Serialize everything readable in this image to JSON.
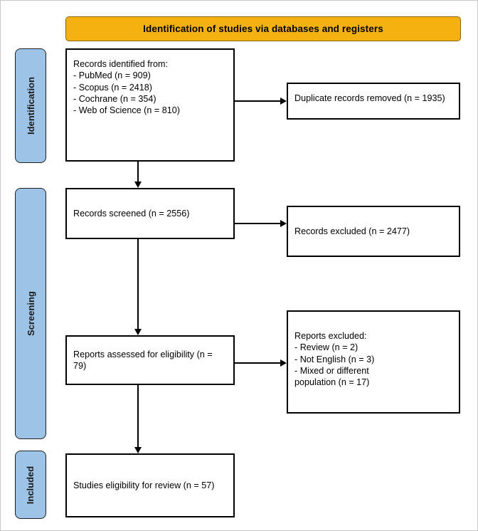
{
  "diagram": {
    "title": "Identification of studies via databases and registers",
    "colors": {
      "banner_fill": "#F5B10F",
      "stage_fill": "#9DC3E6",
      "box_border": "#000000",
      "page_background": "#FFFFFF"
    },
    "stages": [
      {
        "id": "identification",
        "label": "Identification"
      },
      {
        "id": "screening",
        "label": "Screening"
      },
      {
        "id": "included",
        "label": "Included"
      }
    ],
    "boxes": {
      "identified": {
        "text": "Records identified from:\n    - PubMed (n = 909)\n    - Scopus (n = 2418)\n    - Cochrane (n = 354)\n    - Web of Science (n = 810)",
        "sources": [
          {
            "name": "PubMed",
            "n": 909
          },
          {
            "name": "Scopus",
            "n": 2418
          },
          {
            "name": "Cochrane",
            "n": 354
          },
          {
            "name": "Web of Science",
            "n": 810
          }
        ]
      },
      "duplicates": {
        "text": "Duplicate records removed (n = 1935)",
        "n": 1935
      },
      "screened": {
        "text": "Records screened (n = 2556)",
        "n": 2556
      },
      "records_excluded": {
        "text": "Records excluded (n = 2477)",
        "n": 2477
      },
      "eligibility": {
        "text": "Reports assessed for eligibility (n = 79)",
        "n": 79
      },
      "reports_excluded": {
        "text": "Reports excluded:\n    - Review (n = 2)\n    - Not English (n = 3)\n    - Mixed or different\npopulation (n = 17)",
        "reasons": [
          {
            "reason": "Review",
            "n": 2
          },
          {
            "reason": "Not English",
            "n": 3
          },
          {
            "reason": "Mixed or different population",
            "n": 17
          }
        ]
      },
      "included": {
        "text": "Studies eligibility for review (n = 57)",
        "n": 57
      }
    }
  }
}
